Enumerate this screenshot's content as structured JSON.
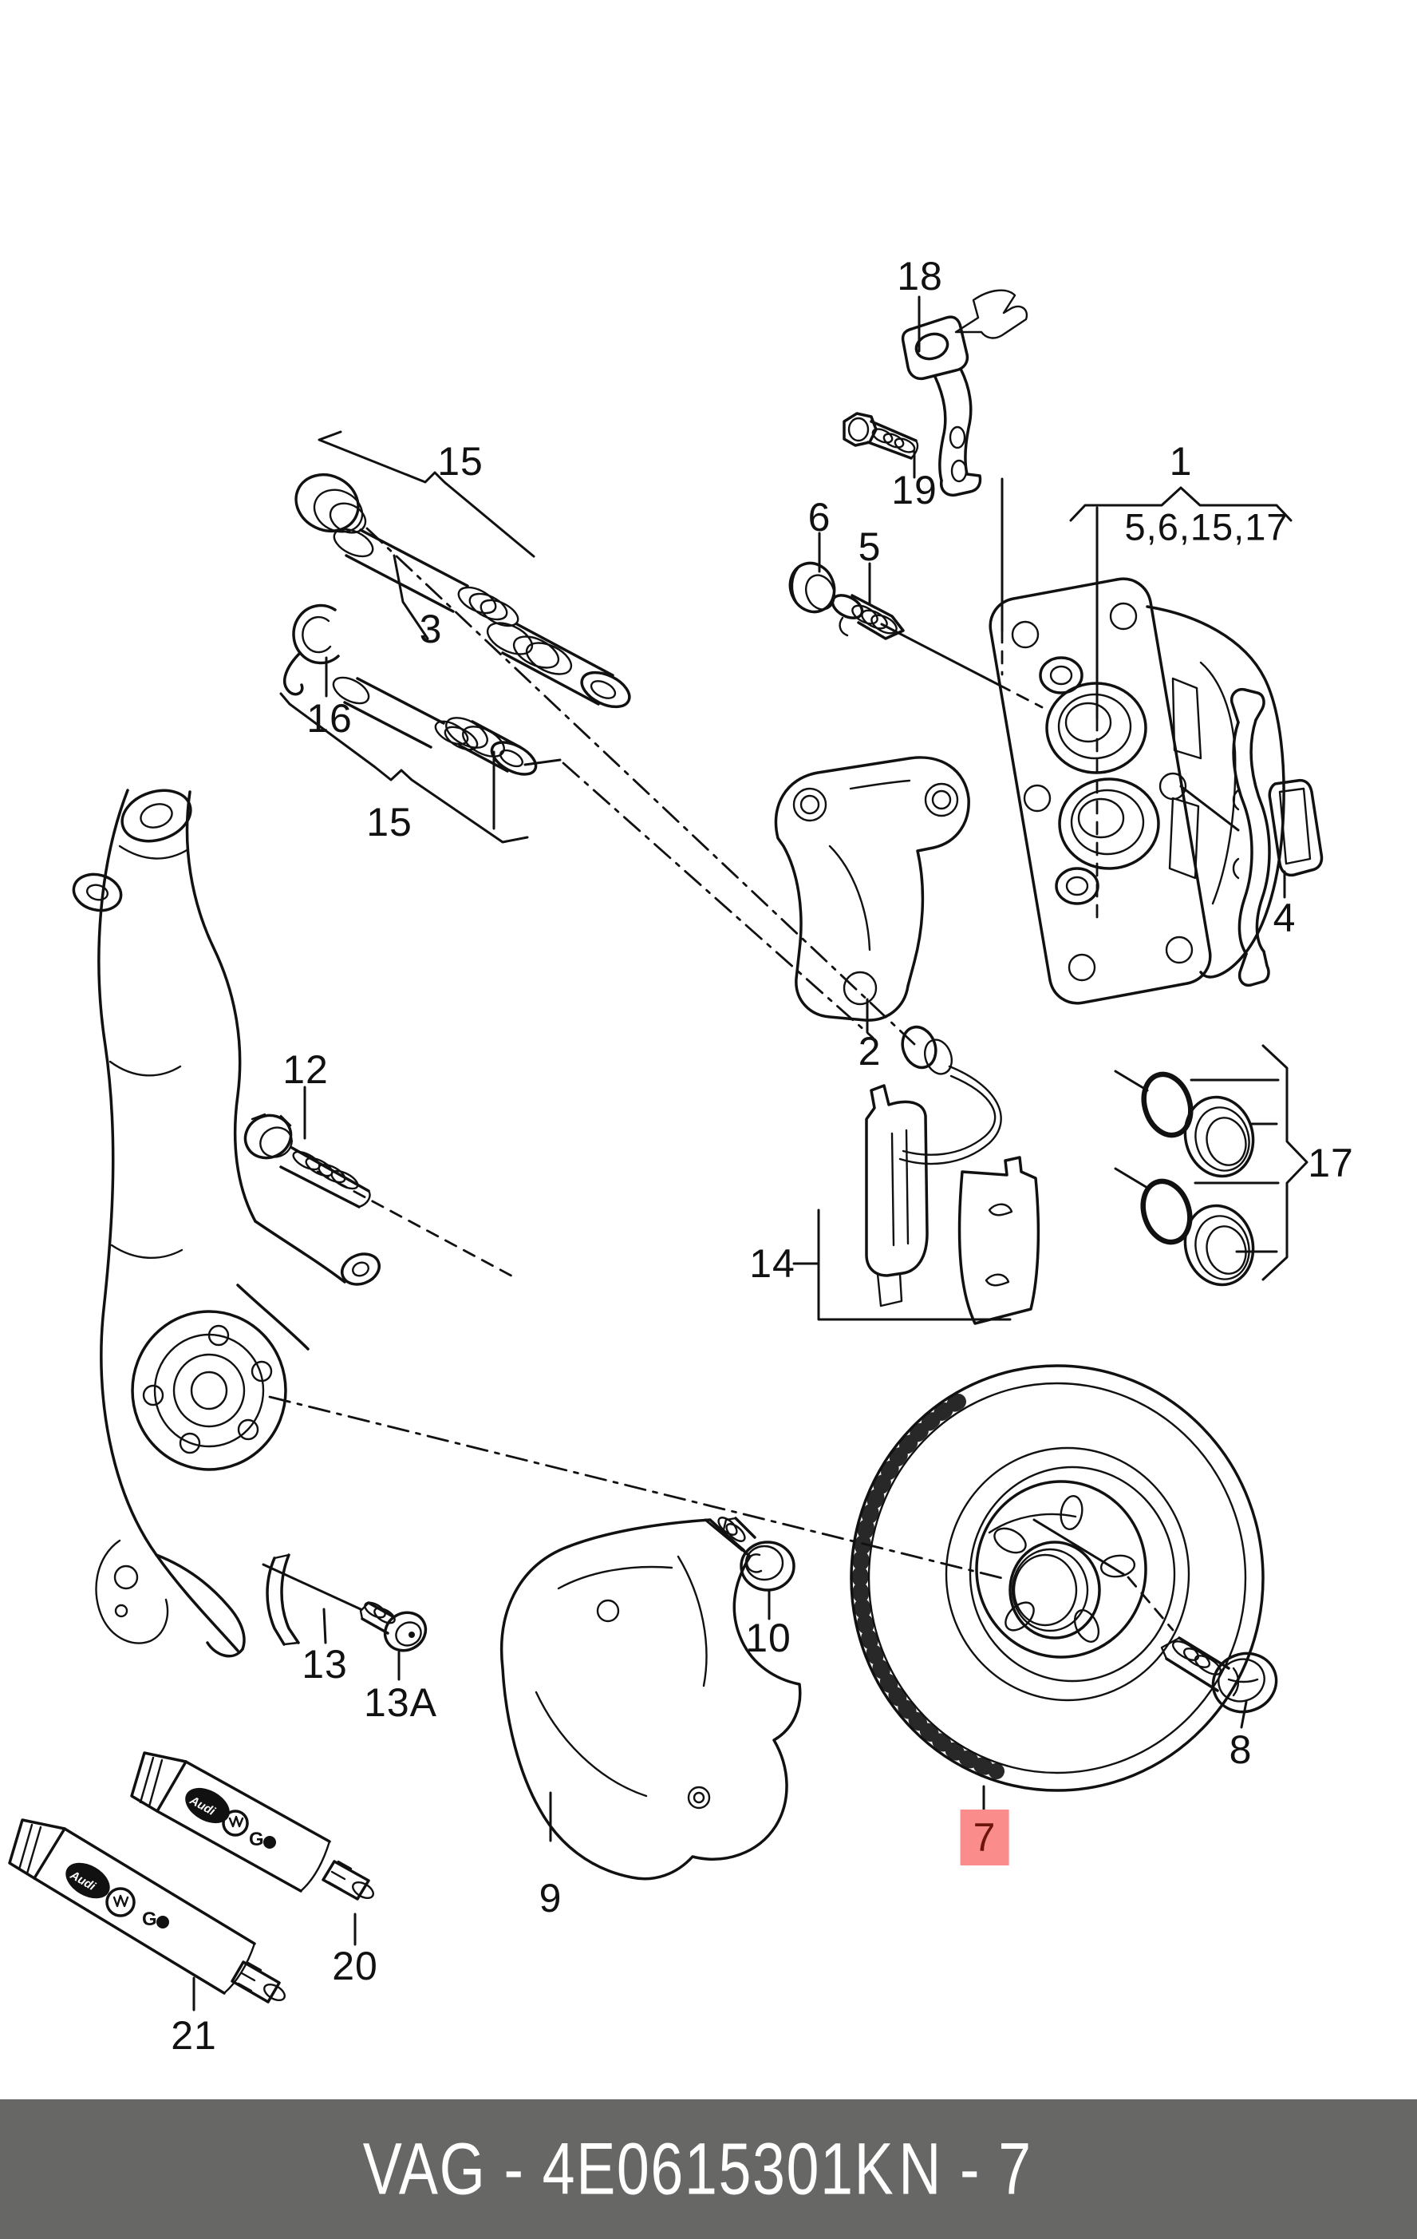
{
  "diagram_kind": "front brake parts exploded diagram",
  "callouts": [
    {
      "label": "1"
    },
    {
      "label": "2"
    },
    {
      "label": "3"
    },
    {
      "label": "4"
    },
    {
      "label": "5"
    },
    {
      "label": "6"
    },
    {
      "label": "5,6,15,17"
    },
    {
      "label": "7",
      "highlighted": true
    },
    {
      "label": "8"
    },
    {
      "label": "9"
    },
    {
      "label": "10"
    },
    {
      "label": "12"
    },
    {
      "label": "13"
    },
    {
      "label": "13A"
    },
    {
      "label": "14"
    },
    {
      "label": "15"
    },
    {
      "label": "15"
    },
    {
      "label": "16"
    },
    {
      "label": "17"
    },
    {
      "label": "18"
    },
    {
      "label": "19"
    },
    {
      "label": "20"
    },
    {
      "label": "21"
    }
  ],
  "tubes": {
    "audi_label": "Audi",
    "grease_mark": "G"
  },
  "footer": {
    "part_number": "VAG - 4E0615301K",
    "page_ref": "N - 7"
  },
  "colors": {
    "paper": "#ffffff",
    "line": "#111111",
    "highlight_bg": "#fa8c8c",
    "highlight_text": "#6e140f",
    "footer_bg": "#676766",
    "footer_text": "#ffffff"
  }
}
